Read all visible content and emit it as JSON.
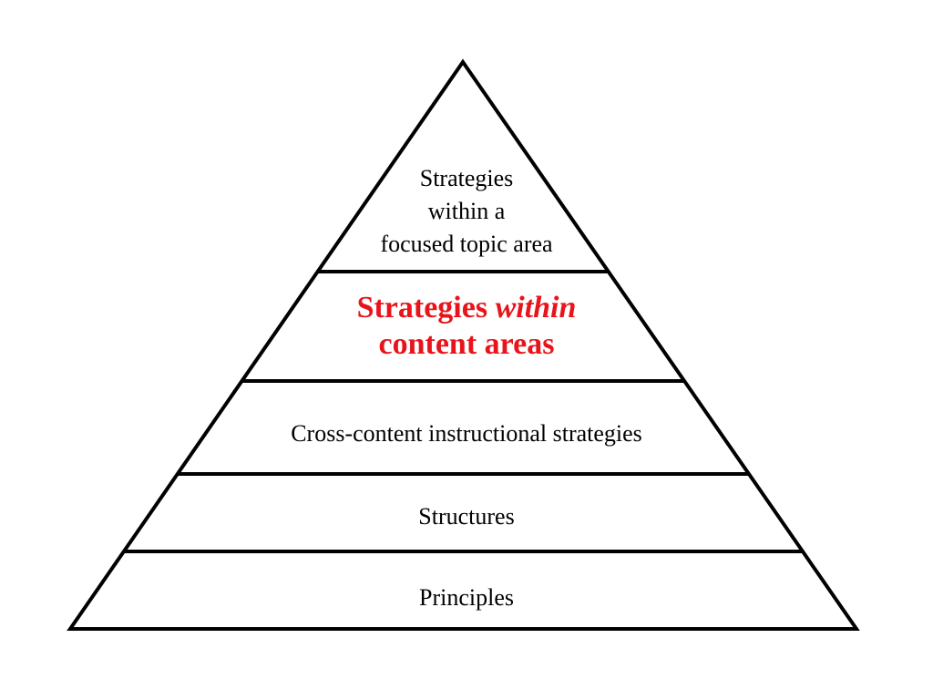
{
  "pyramid": {
    "levels": [
      {
        "lines": [
          "Strategies",
          "within a",
          "focused topic area"
        ]
      },
      {
        "lines": [
          {
            "parts": [
              "Strategies ",
              "within"
            ]
          },
          "content areas"
        ],
        "color": "#e8141b"
      },
      {
        "lines": [
          "Cross-content instructional strategies"
        ]
      },
      {
        "lines": [
          "Structures"
        ]
      },
      {
        "lines": [
          "Principles"
        ]
      }
    ],
    "stroke_color": "#000000"
  }
}
